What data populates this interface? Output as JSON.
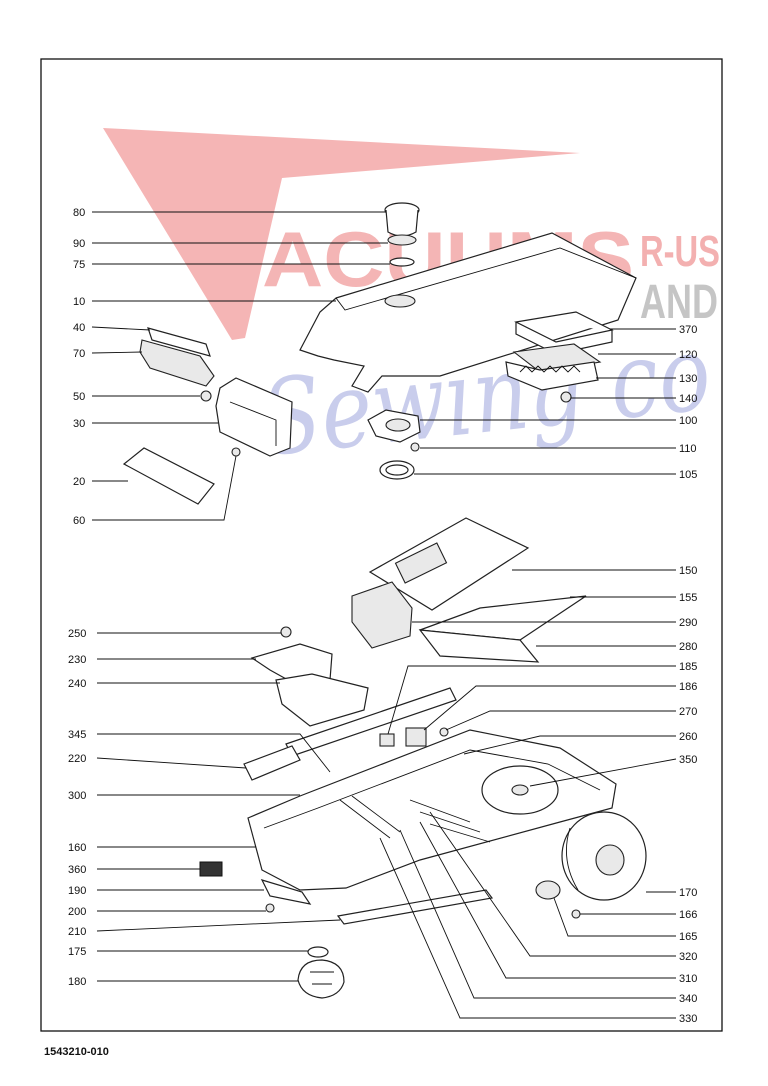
{
  "watermark": {
    "line1": "ACUUMS",
    "ext_top": "R-US",
    "ext_bottom": "AND",
    "script_text": "Sewing co",
    "colors": {
      "red": "#f2a3a3",
      "blue": "#b7bde6",
      "gray": "#bfbfbf"
    }
  },
  "document_number": "1543210-010",
  "callouts_left": [
    {
      "id": "80",
      "label": "80"
    },
    {
      "id": "90",
      "label": "90"
    },
    {
      "id": "75",
      "label": "75"
    },
    {
      "id": "10",
      "label": "10"
    },
    {
      "id": "40",
      "label": "40"
    },
    {
      "id": "70",
      "label": "70"
    },
    {
      "id": "50",
      "label": "50"
    },
    {
      "id": "30",
      "label": "30"
    },
    {
      "id": "20",
      "label": "20"
    },
    {
      "id": "60",
      "label": "60"
    },
    {
      "id": "250",
      "label": "250"
    },
    {
      "id": "230",
      "label": "230"
    },
    {
      "id": "240",
      "label": "240"
    },
    {
      "id": "345",
      "label": "345"
    },
    {
      "id": "220",
      "label": "220"
    },
    {
      "id": "300",
      "label": "300"
    },
    {
      "id": "160",
      "label": "160"
    },
    {
      "id": "360",
      "label": "360"
    },
    {
      "id": "190",
      "label": "190"
    },
    {
      "id": "200",
      "label": "200"
    },
    {
      "id": "210",
      "label": "210"
    },
    {
      "id": "175",
      "label": "175"
    },
    {
      "id": "180",
      "label": "180"
    }
  ],
  "callouts_right": [
    {
      "id": "370",
      "label": "370"
    },
    {
      "id": "120",
      "label": "120"
    },
    {
      "id": "130",
      "label": "130"
    },
    {
      "id": "140",
      "label": "140"
    },
    {
      "id": "100",
      "label": "100"
    },
    {
      "id": "110",
      "label": "110"
    },
    {
      "id": "105",
      "label": "105"
    },
    {
      "id": "150",
      "label": "150"
    },
    {
      "id": "155",
      "label": "155"
    },
    {
      "id": "290",
      "label": "290"
    },
    {
      "id": "280",
      "label": "280"
    },
    {
      "id": "185",
      "label": "185"
    },
    {
      "id": "186",
      "label": "186"
    },
    {
      "id": "270",
      "label": "270"
    },
    {
      "id": "260",
      "label": "260"
    },
    {
      "id": "350",
      "label": "350"
    },
    {
      "id": "170",
      "label": "170"
    },
    {
      "id": "166",
      "label": "166"
    },
    {
      "id": "165",
      "label": "165"
    },
    {
      "id": "320",
      "label": "320"
    },
    {
      "id": "310",
      "label": "310"
    },
    {
      "id": "340",
      "label": "340"
    },
    {
      "id": "330",
      "label": "330"
    }
  ]
}
